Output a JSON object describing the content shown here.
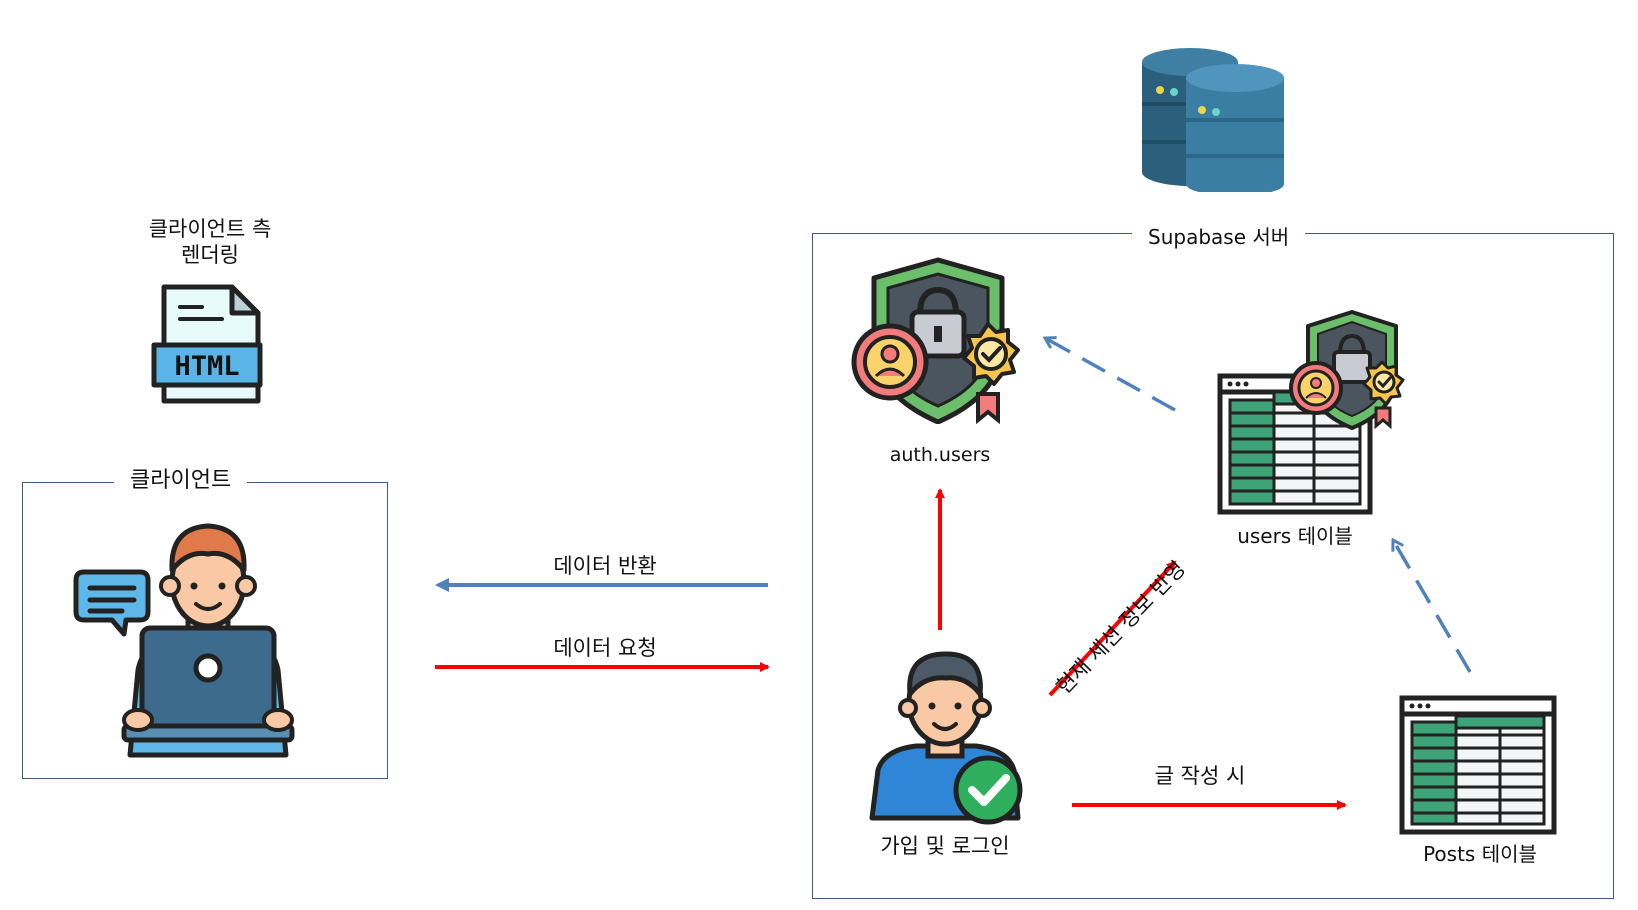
{
  "client_render": {
    "caption_line1": "클라이언트 측",
    "caption_line2": "렌더링",
    "file_badge": "HTML",
    "icon": "html-file-icon"
  },
  "client_box": {
    "label": "클라이언트",
    "icon": "developer-laptop-icon"
  },
  "arrows": {
    "response_label": "데이터 반환",
    "request_label": "데이터 요청",
    "session_label": "현재 세션 정보 반영",
    "write_label": "글 작성 시"
  },
  "server": {
    "label": "Supabase 서버",
    "db_icon": "database-icon",
    "nodes": {
      "auth_users": "auth.users",
      "users_table": "users 테이블",
      "signup_login": "가입 및 로그인",
      "posts_table": "Posts 테이블"
    }
  },
  "colors": {
    "frame": "#3c5a82",
    "red_arrow": "#ff0000",
    "blue_arrow": "#4f81bd",
    "db_body": "#2e6a88",
    "shield_green": "#6bbf6b",
    "table_green": "#3fa37a"
  }
}
